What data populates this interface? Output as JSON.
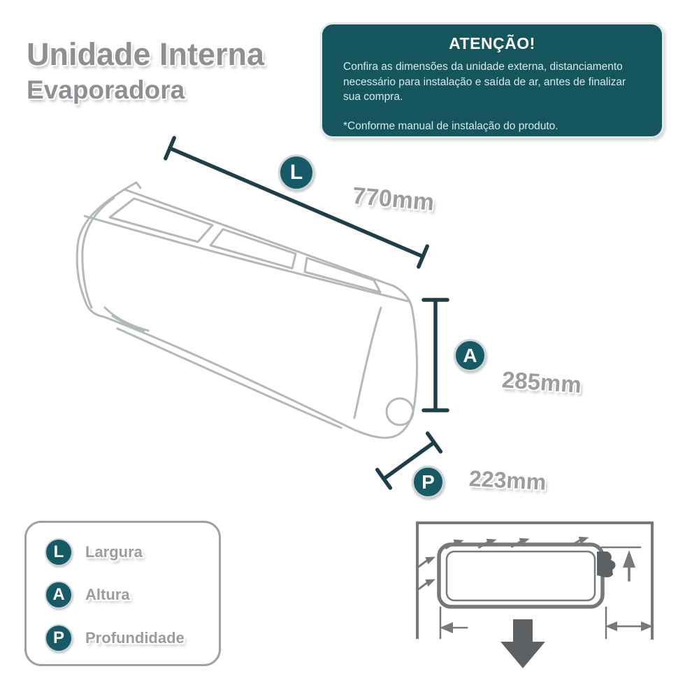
{
  "colors": {
    "page-bg": "#ffffff",
    "teal": "#15565e",
    "badge-teal": "#155a64",
    "dim-line": "#1f3e48",
    "title-gray": "#8d9093",
    "value-gray": "#9a9da0",
    "draw-gray": "#b3b8ba",
    "diagram-gray": "#75797c",
    "arrow-dark": "#5d6164"
  },
  "title": {
    "line1": "Unidade Interna",
    "line2": "Evaporadora"
  },
  "attention": {
    "heading": "ATENÇÃO!",
    "body": "Confira as dimensões da unidade externa, distanciamento necessário para instalação e saída de ar, antes de finalizar sua compra.",
    "note": "*Conforme manual de instalação do produto."
  },
  "dimensions": {
    "length": {
      "letter": "L",
      "value": "770mm"
    },
    "height": {
      "letter": "A",
      "value": "285mm"
    },
    "depth": {
      "letter": "P",
      "value": "223mm"
    }
  },
  "legend": {
    "items": [
      {
        "letter": "L",
        "label": "Largura"
      },
      {
        "letter": "A",
        "label": "Altura"
      },
      {
        "letter": "P",
        "label": "Profundidade"
      }
    ]
  }
}
